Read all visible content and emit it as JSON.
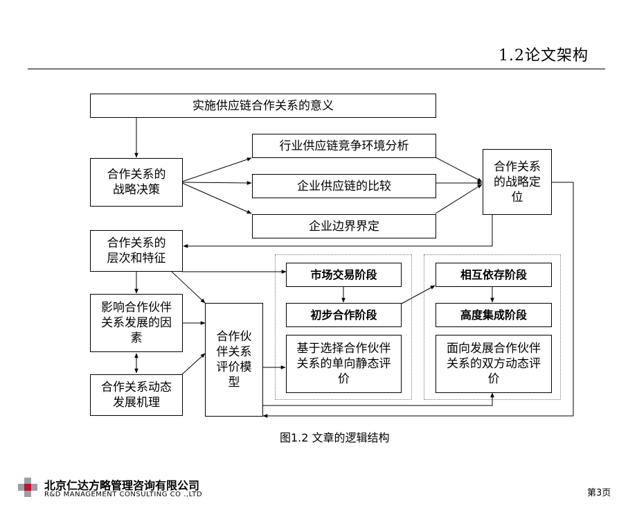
{
  "slide": {
    "title": "1.2论文架构",
    "caption": "图1.2 文章的逻辑结构",
    "page_number": "第3页"
  },
  "company": {
    "name_cn": "北京仁达方略管理咨询有限公司",
    "name_en": "R&D MANAGEMENT CONSULTING CO .,LTD"
  },
  "diagram": {
    "significance": "实施供应链合作关系的意义",
    "strategic_decision": "合作关系的战略决策",
    "industry_env": "行业供应链竞争环境分析",
    "comparison": "企业供应链的比较",
    "boundary": "企业边界界定",
    "strategic_position": "合作关系的战略定位",
    "hierarchy": "合作关系的层次和特征",
    "factors": "影响合作伙伴关系发展的因素",
    "mechanism": "合作关系动态发展机理",
    "evaluation_model": "合作伙伴关系评价模型",
    "market_stage": "市场交易阶段",
    "initial_stage": "初步合作阶段",
    "one_way_eval": "基于选择合作伙伴关系的单向静态评价",
    "interdependent_stage": "相互依存阶段",
    "integration_stage": "高度集成阶段",
    "two_way_eval": "面向发展合作伙伴关系的双方动态评价"
  }
}
